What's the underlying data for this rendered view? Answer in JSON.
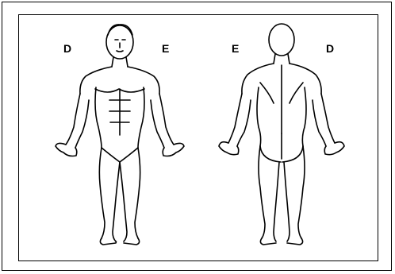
{
  "labels": {
    "front_left": "D",
    "front_right": "E",
    "back_left": "E",
    "back_right": "D"
  }
}
